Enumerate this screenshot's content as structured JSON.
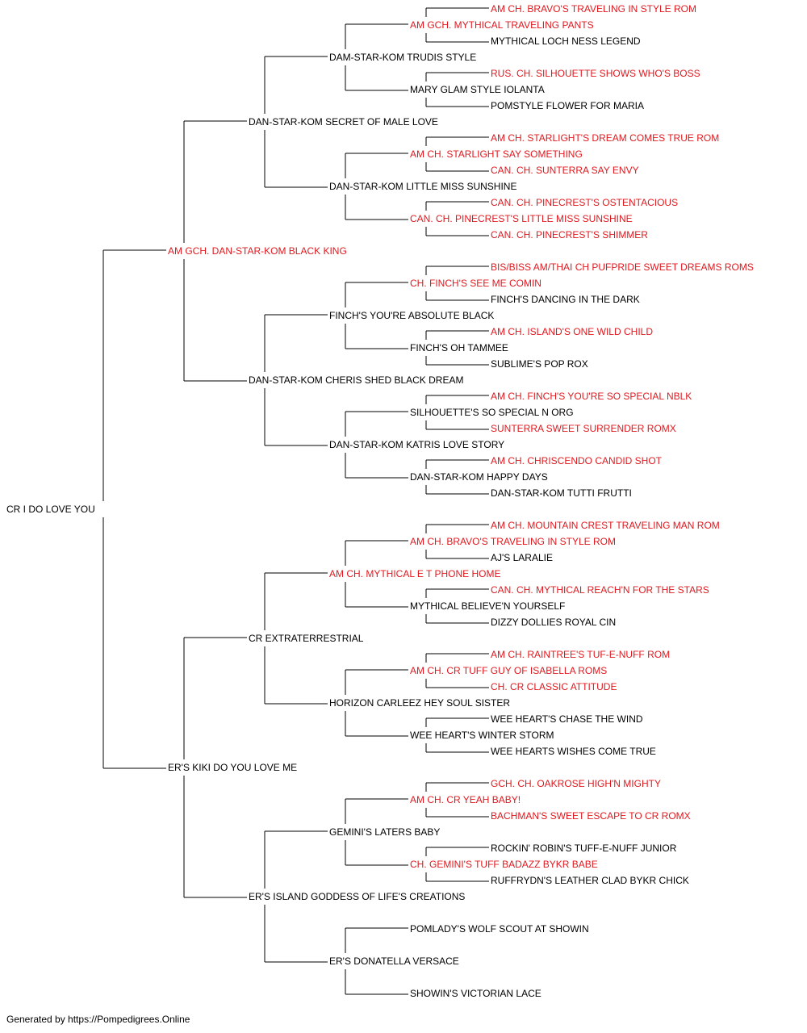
{
  "colors": {
    "champion": "#e0191f",
    "normal": "#000000",
    "line": "#000000"
  },
  "footer": "Generated by https://Pompedigrees.Online",
  "pedigree": {
    "name": "CR I DO LOVE YOU",
    "champion": false,
    "sire": {
      "name": "AM GCH. DAN-STAR-KOM BLACK KING",
      "champion": true,
      "sire": {
        "name": "DAN-STAR-KOM SECRET OF MALE LOVE",
        "champion": false,
        "sire": {
          "name": "DAM-STAR-KOM TRUDIS STYLE",
          "champion": false,
          "sire": {
            "name": "AM GCH. MYTHICAL TRAVELING PANTS",
            "champion": true,
            "sire": {
              "name": "AM CH. BRAVO'S TRAVELING IN STYLE ROM",
              "champion": true
            },
            "dam": {
              "name": "MYTHICAL LOCH NESS LEGEND",
              "champion": false
            }
          },
          "dam": {
            "name": "MARY GLAM STYLE IOLANTA",
            "champion": false,
            "sire": {
              "name": "RUS. CH. SILHOUETTE SHOWS WHO'S BOSS",
              "champion": true
            },
            "dam": {
              "name": "POMSTYLE FLOWER FOR MARIA",
              "champion": false
            }
          }
        },
        "dam": {
          "name": "DAN-STAR-KOM LITTLE MISS SUNSHINE",
          "champion": false,
          "sire": {
            "name": "AM CH. STARLIGHT SAY SOMETHING",
            "champion": true,
            "sire": {
              "name": "AM CH. STARLIGHT'S DREAM COMES TRUE ROM",
              "champion": true
            },
            "dam": {
              "name": "CAN. CH. SUNTERRA SAY ENVY",
              "champion": true
            }
          },
          "dam": {
            "name": "CAN. CH. PINECREST'S LITTLE MISS SUNSHINE",
            "champion": true,
            "sire": {
              "name": "CAN. CH. PINECREST'S OSTENTACIOUS",
              "champion": true
            },
            "dam": {
              "name": "CAN. CH. PINECREST'S SHIMMER",
              "champion": true
            }
          }
        }
      },
      "dam": {
        "name": "DAN-STAR-KOM CHERIS SHED BLACK DREAM",
        "champion": false,
        "sire": {
          "name": "FINCH'S YOU'RE ABSOLUTE BLACK",
          "champion": false,
          "sire": {
            "name": "CH. FINCH'S SEE ME COMIN",
            "champion": true,
            "sire": {
              "name": "BIS/BISS AM/THAI CH PUFPRIDE SWEET DREAMS ROMS",
              "champion": true
            },
            "dam": {
              "name": "FINCH'S DANCING IN THE DARK",
              "champion": false
            }
          },
          "dam": {
            "name": "FINCH'S OH TAMMEE",
            "champion": false,
            "sire": {
              "name": "AM CH. ISLAND'S ONE WILD CHILD",
              "champion": true
            },
            "dam": {
              "name": "SUBLIME'S POP ROX",
              "champion": false
            }
          }
        },
        "dam": {
          "name": "DAN-STAR-KOM KATRIS LOVE STORY",
          "champion": false,
          "sire": {
            "name": "SILHOUETTE'S SO SPECIAL N ORG",
            "champion": false,
            "sire": {
              "name": "AM CH. FINCH'S YOU'RE SO SPECIAL NBLK",
              "champion": true
            },
            "dam": {
              "name": "SUNTERRA SWEET SURRENDER ROMX",
              "champion": true
            }
          },
          "dam": {
            "name": "DAN-STAR-KOM HAPPY DAYS",
            "champion": false,
            "sire": {
              "name": "AM CH. CHRISCENDO CANDID SHOT",
              "champion": true
            },
            "dam": {
              "name": "DAN-STAR-KOM TUTTI FRUTTI",
              "champion": false
            }
          }
        }
      }
    },
    "dam": {
      "name": "ER'S KIKI DO YOU LOVE ME",
      "champion": false,
      "sire": {
        "name": "CR EXTRATERRESTRIAL",
        "champion": false,
        "sire": {
          "name": "AM CH. MYTHICAL E T PHONE HOME",
          "champion": true,
          "sire": {
            "name": "AM CH. BRAVO'S TRAVELING IN STYLE ROM",
            "champion": true,
            "sire": {
              "name": "AM CH. MOUNTAIN CREST TRAVELING MAN ROM",
              "champion": true
            },
            "dam": {
              "name": "AJ'S LARALIE",
              "champion": false
            }
          },
          "dam": {
            "name": "MYTHICAL BELIEVE'N YOURSELF",
            "champion": false,
            "sire": {
              "name": "CAN. CH. MYTHICAL REACH'N FOR THE STARS",
              "champion": true
            },
            "dam": {
              "name": "DIZZY DOLLIES ROYAL CIN",
              "champion": false
            }
          }
        },
        "dam": {
          "name": "HORIZON CARLEEZ HEY SOUL SISTER",
          "champion": false,
          "sire": {
            "name": "AM CH. CR TUFF GUY OF ISABELLA ROMS",
            "champion": true,
            "sire": {
              "name": "AM CH. RAINTREE'S TUF-E-NUFF ROM",
              "champion": true
            },
            "dam": {
              "name": "CH. CR CLASSIC ATTITUDE",
              "champion": true
            }
          },
          "dam": {
            "name": "WEE HEART'S WINTER STORM",
            "champion": false,
            "sire": {
              "name": "WEE HEART'S CHASE THE WIND",
              "champion": false
            },
            "dam": {
              "name": "WEE HEARTS WISHES COME TRUE",
              "champion": false
            }
          }
        }
      },
      "dam": {
        "name": "ER'S ISLAND GODDESS OF LIFE'S CREATIONS",
        "champion": false,
        "sire": {
          "name": "GEMINI'S LATERS BABY",
          "champion": false,
          "sire": {
            "name": "AM CH. CR YEAH BABY!",
            "champion": true,
            "sire": {
              "name": "GCH. CH. OAKROSE HIGH'N MIGHTY",
              "champion": true
            },
            "dam": {
              "name": "BACHMAN'S SWEET ESCAPE TO CR ROMX",
              "champion": true
            }
          },
          "dam": {
            "name": "CH. GEMINI'S TUFF BADAZZ BYKR BABE",
            "champion": true,
            "sire": {
              "name": "ROCKIN' ROBIN'S TUFF-E-NUFF JUNIOR",
              "champion": false
            },
            "dam": {
              "name": "RUFFRYDN'S LEATHER CLAD BYKR CHICK",
              "champion": false
            }
          }
        },
        "dam": {
          "name": "ER'S DONATELLA VERSACE",
          "champion": false,
          "sire": {
            "name": "POMLADY'S WOLF SCOUT AT SHOWIN",
            "champion": false
          },
          "dam": {
            "name": "SHOWIN'S VICTORIAN LACE",
            "champion": false
          }
        }
      }
    }
  }
}
